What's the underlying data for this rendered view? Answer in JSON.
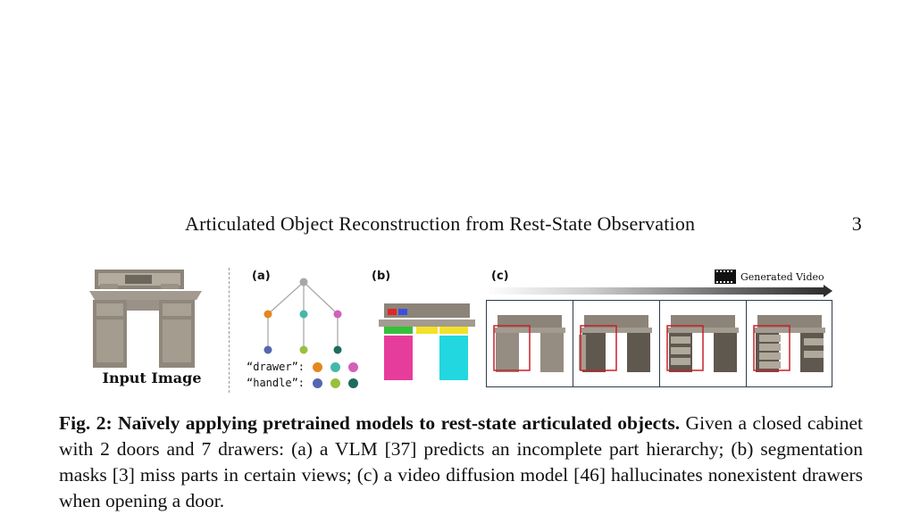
{
  "header": {
    "title": "Articulated Object Reconstruction from Rest-State Observation",
    "page_number": "3"
  },
  "figure": {
    "input_caption": "Input Image",
    "panel_a": "(a)",
    "panel_b": "(b)",
    "panel_c": "(c)",
    "generated_video_label": "Generated Video",
    "legend": {
      "drawer_label": "“drawer”:",
      "handle_label": "“handle”:",
      "drawer_colors": [
        "#e3871f",
        "#45b8a8",
        "#d061b8"
      ],
      "handle_colors": [
        "#5566b0",
        "#98c03e",
        "#1f6b5e"
      ]
    },
    "tree_colors": {
      "root": "#a7a7a7",
      "left_drawer": "#e3871f",
      "mid_drawer": "#45b8a8",
      "right_drawer": "#d061b8",
      "left_handle": "#5566b0",
      "mid_handle": "#98c03e",
      "right_handle": "#1f6b5e"
    },
    "segment_colors": [
      "#e63d9c",
      "#22d7e0",
      "#f3e12a",
      "#34c13a",
      "#e0242a",
      "#3a4fe0"
    ]
  },
  "caption": {
    "title": "Fig. 2: Naïvely applying pretrained models to rest-state articulated objects.",
    "body": "Given a closed cabinet with 2 doors and 7 drawers: (a) a VLM [37] predicts an incomplete part hierarchy; (b) segmentation masks [3] miss parts in certain views; (c) a video diffusion model [46] hallucinates nonexistent drawers when opening a door."
  }
}
